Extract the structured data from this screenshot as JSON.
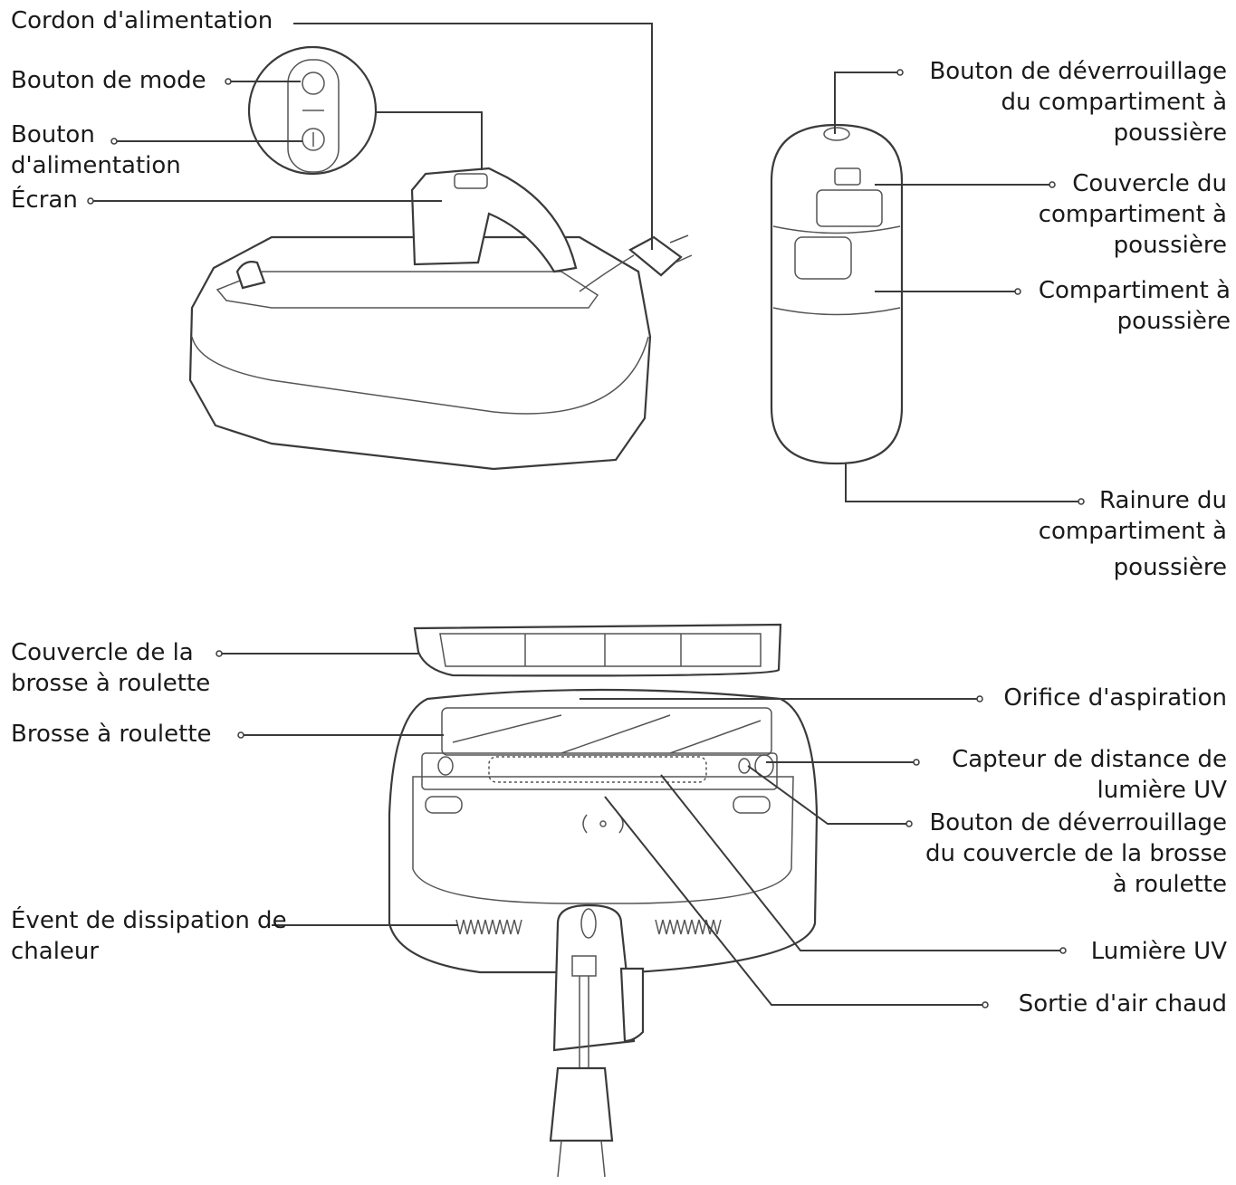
{
  "labels": {
    "cordon": "Cordon d'alimentation",
    "bouton_mode": "Bouton de mode",
    "bouton_alim": [
      "Bouton",
      "d'alimentation"
    ],
    "ecran": "Écran",
    "deverrouillage_compartiment": [
      "Bouton de déverrouillage",
      "du compartiment à",
      "poussière"
    ],
    "couvercle_compartiment": [
      "Couvercle du",
      "compartiment à",
      "poussière"
    ],
    "compartiment": [
      "Compartiment à",
      "poussière"
    ],
    "rainure": [
      "Rainure du",
      "compartiment à",
      "poussière"
    ],
    "couvercle_brosse": [
      "Couvercle de la",
      "brosse à roulette"
    ],
    "brosse": "Brosse à roulette",
    "orifice": "Orifice d'aspiration",
    "capteur": [
      "Capteur de distance de",
      "lumière UV"
    ],
    "deverrouillage_couvercle": [
      "Bouton de déverrouillage",
      "du couvercle de la brosse",
      "à roulette"
    ],
    "event": [
      "Évent de dissipation de",
      "chaleur"
    ],
    "lumiere_uv": "Lumière UV",
    "sortie_air": "Sortie d'air chaud"
  }
}
